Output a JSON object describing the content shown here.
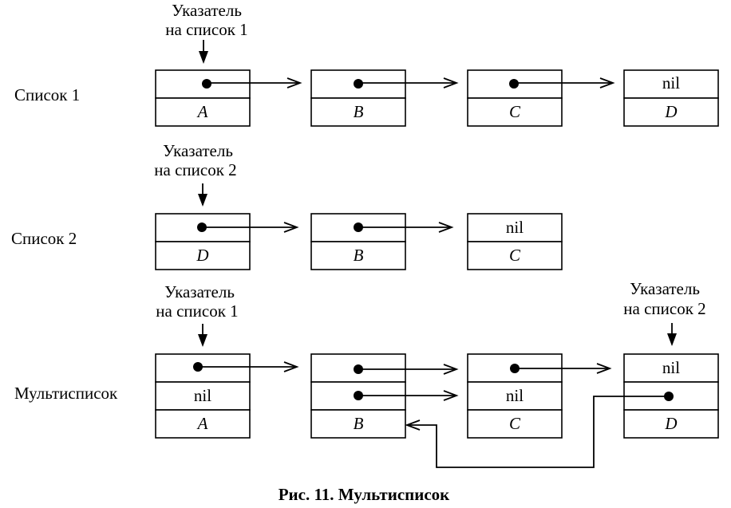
{
  "rows": [
    {
      "label": "Список 1",
      "pointers": [
        {
          "line1": "Указатель",
          "line2": "на список 1"
        }
      ],
      "nodes": [
        {
          "pointer": "",
          "data": "A"
        },
        {
          "pointer": "",
          "data": "B"
        },
        {
          "pointer": "",
          "data": "C"
        },
        {
          "pointer": "nil",
          "data": "D"
        }
      ]
    },
    {
      "label": "Список 2",
      "pointers": [
        {
          "line1": "Указатель",
          "line2": "на список 2"
        }
      ],
      "nodes": [
        {
          "pointer": "",
          "data": "D"
        },
        {
          "pointer": "",
          "data": "B"
        },
        {
          "pointer": "nil",
          "data": "C"
        }
      ]
    },
    {
      "label": "Мультисписок",
      "pointers": [
        {
          "line1": "Указатель",
          "line2": "на список 1"
        },
        {
          "line1": "Указатель",
          "line2": "на список 2"
        }
      ],
      "nodes": [
        {
          "pointer1": "",
          "pointer2": "nil",
          "data": "A"
        },
        {
          "pointer1": "",
          "pointer2": "",
          "data": "B"
        },
        {
          "pointer1": "",
          "pointer2": "nil",
          "data": "C"
        },
        {
          "pointer1": "nil",
          "pointer2": "",
          "data": "D"
        }
      ]
    }
  ],
  "caption": "Рис. 11. Мультисписок"
}
